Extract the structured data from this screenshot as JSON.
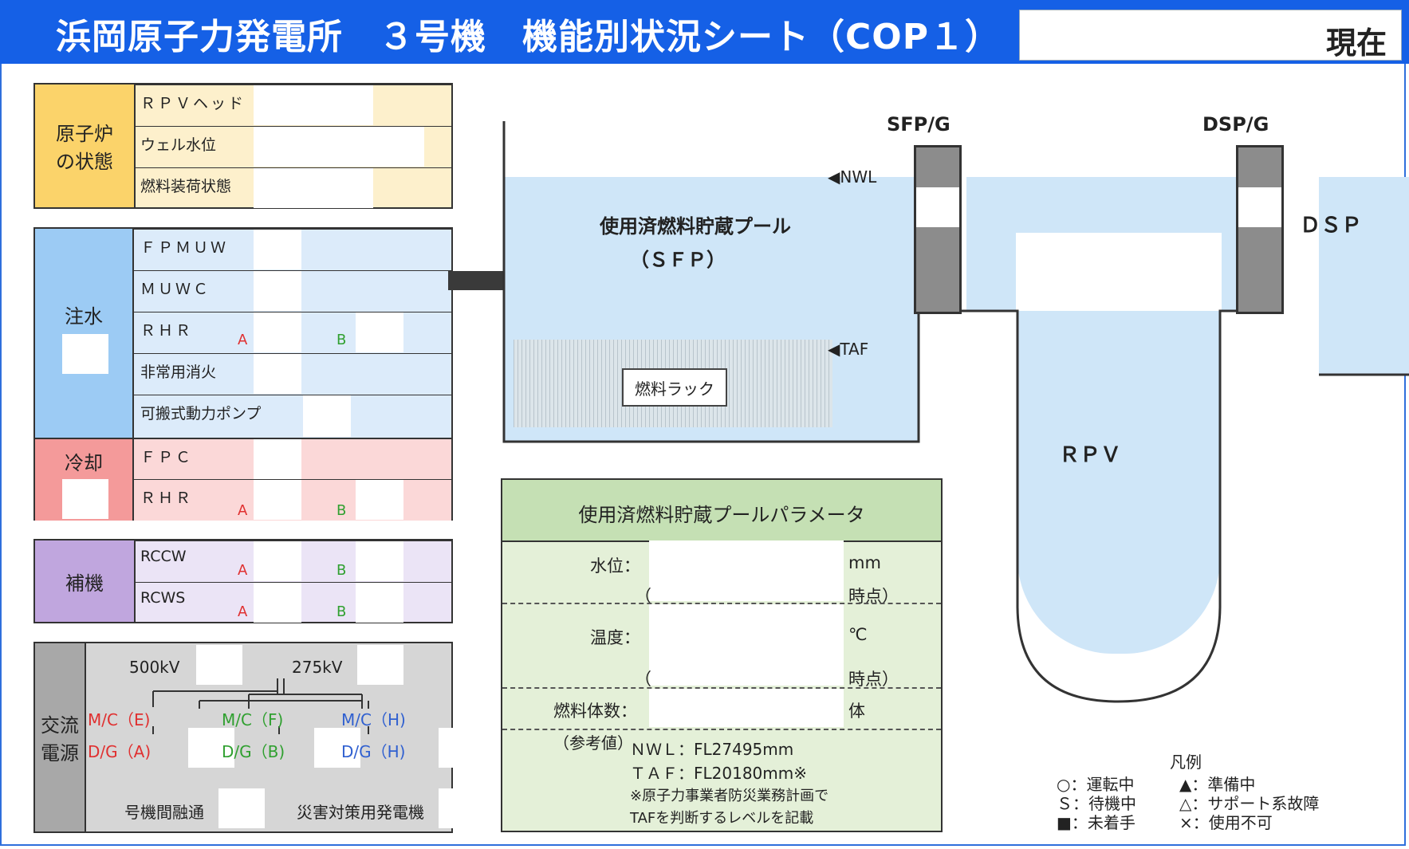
{
  "header": {
    "title": "浜岡原子力発電所　３号機　機能別状況シート（COP１）",
    "now_label": "現在"
  },
  "reactor": {
    "title_line1": "原子炉",
    "title_line2": "の状態",
    "rows": [
      "ＲＰＶヘッド",
      "ウェル水位",
      "燃料装荷状態"
    ]
  },
  "injection": {
    "title": "注水",
    "rows": [
      "ＦＰＭＵＷ",
      "ＭＵＷＣ",
      "ＲＨＲ",
      "非常用消火",
      "可搬式動力ポンプ"
    ],
    "a": "A",
    "b": "B"
  },
  "cooling": {
    "title": "冷却",
    "rows": [
      "ＦＰＣ",
      "ＲＨＲ"
    ],
    "a": "A",
    "b": "B"
  },
  "aux": {
    "title": "補機",
    "rows": [
      "RCCW",
      "RCWS"
    ],
    "a": "A",
    "b": "B"
  },
  "power": {
    "title_line1": "交流",
    "title_line2": "電源",
    "kv500": "500kV",
    "kv275": "275kV",
    "mc_e": "M/C（E)",
    "mc_f": "M/C（F)",
    "mc_h": "M/C（H)",
    "dg_a": "D/G（A)",
    "dg_b": "D/G（B)",
    "dg_h": "D/G（H)",
    "interunit": "号機間融通",
    "disaster_gen": "災害対策用発電機"
  },
  "diagram": {
    "sfp_gate": "SFP/G",
    "dsp_gate": "DSP/G",
    "nwl": "◀NWL",
    "taf": "◀TAF",
    "sfp_name": "使用済燃料貯蔵プール",
    "sfp_abbr": "（ＳＦＰ）",
    "fuel_rack": "燃料ラック",
    "rpv": "ＲＰＶ",
    "dsp": "ＤＳＰ"
  },
  "params": {
    "title": "使用済燃料貯蔵プールパラメータ",
    "level_label": "水位：",
    "level_unit": "mm",
    "time_open": "（",
    "time_close": "時点）",
    "temp_label": "温度：",
    "temp_unit": "℃",
    "fuel_label": "燃料体数：",
    "fuel_unit": "体",
    "ref_label": "（参考値）",
    "ref_nwl": "ＮＷＬ：FL27495mm",
    "ref_taf": "ＴＡＦ：FL20180mm※",
    "ref_note1": "※原子力事業者防災業務計画で",
    "ref_note2": "TAFを判断するレベルを記載"
  },
  "legend": {
    "title": "凡例",
    "running": "○：運転中",
    "standby": "Ｓ：待機中",
    "not_started": "■：未着手",
    "preparing": "▲：準備中",
    "support_fault": "△：サポート系故障",
    "unusable": "×：使用不可"
  },
  "colors": {
    "header": "#1560e6",
    "reactor": "#fbd36a",
    "injection": "#9ccbf4",
    "cooling": "#f49a9a",
    "aux": "#c0a6de",
    "power": "#c0c0c0",
    "water": "#cfe6f8",
    "param": "#c5e0b4"
  }
}
